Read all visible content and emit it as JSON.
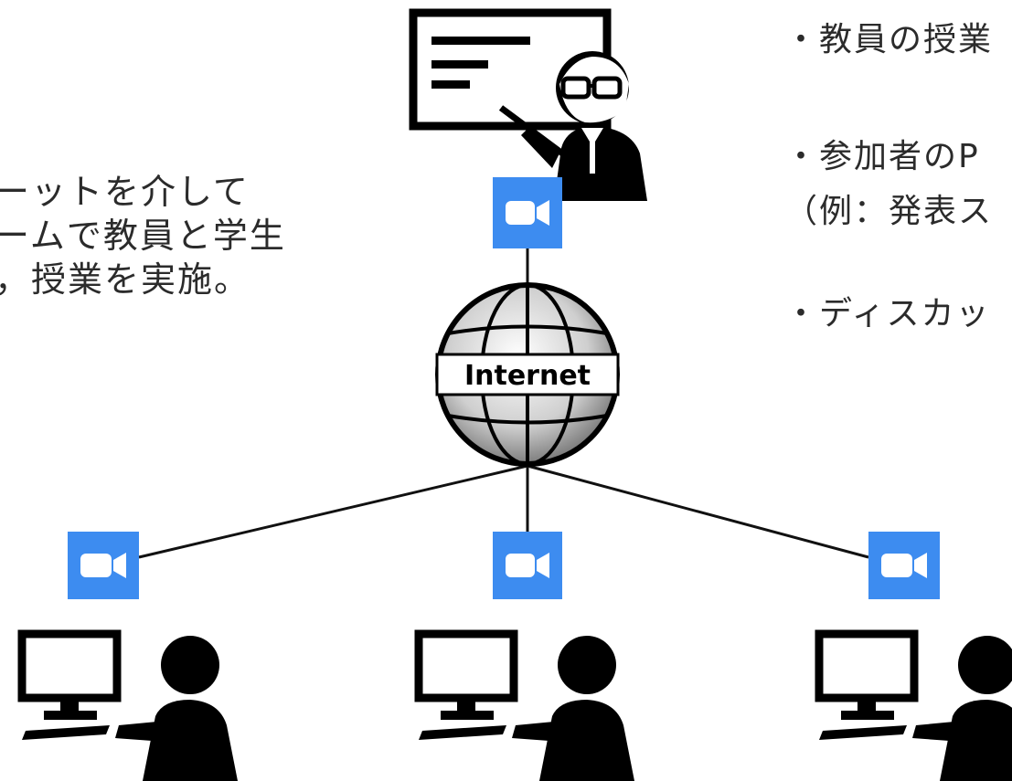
{
  "left_text": {
    "lines": [
      "ーットを介して",
      "ームで教員と学生",
      "，授業を実施。"
    ]
  },
  "right_text": {
    "items": [
      "・教員の授業",
      "・参加者のP",
      "（例：発表ス",
      "・ディスカッ"
    ]
  },
  "network": {
    "label": "Internet"
  },
  "icons": {
    "video": "zoom-video-icon",
    "teacher": "teacher-presentation-icon",
    "student": "student-computer-icon",
    "globe": "globe-icon"
  },
  "colors": {
    "zoom_blue": "#3d8cf0",
    "line": "#111111",
    "text": "#2b2b2b"
  }
}
